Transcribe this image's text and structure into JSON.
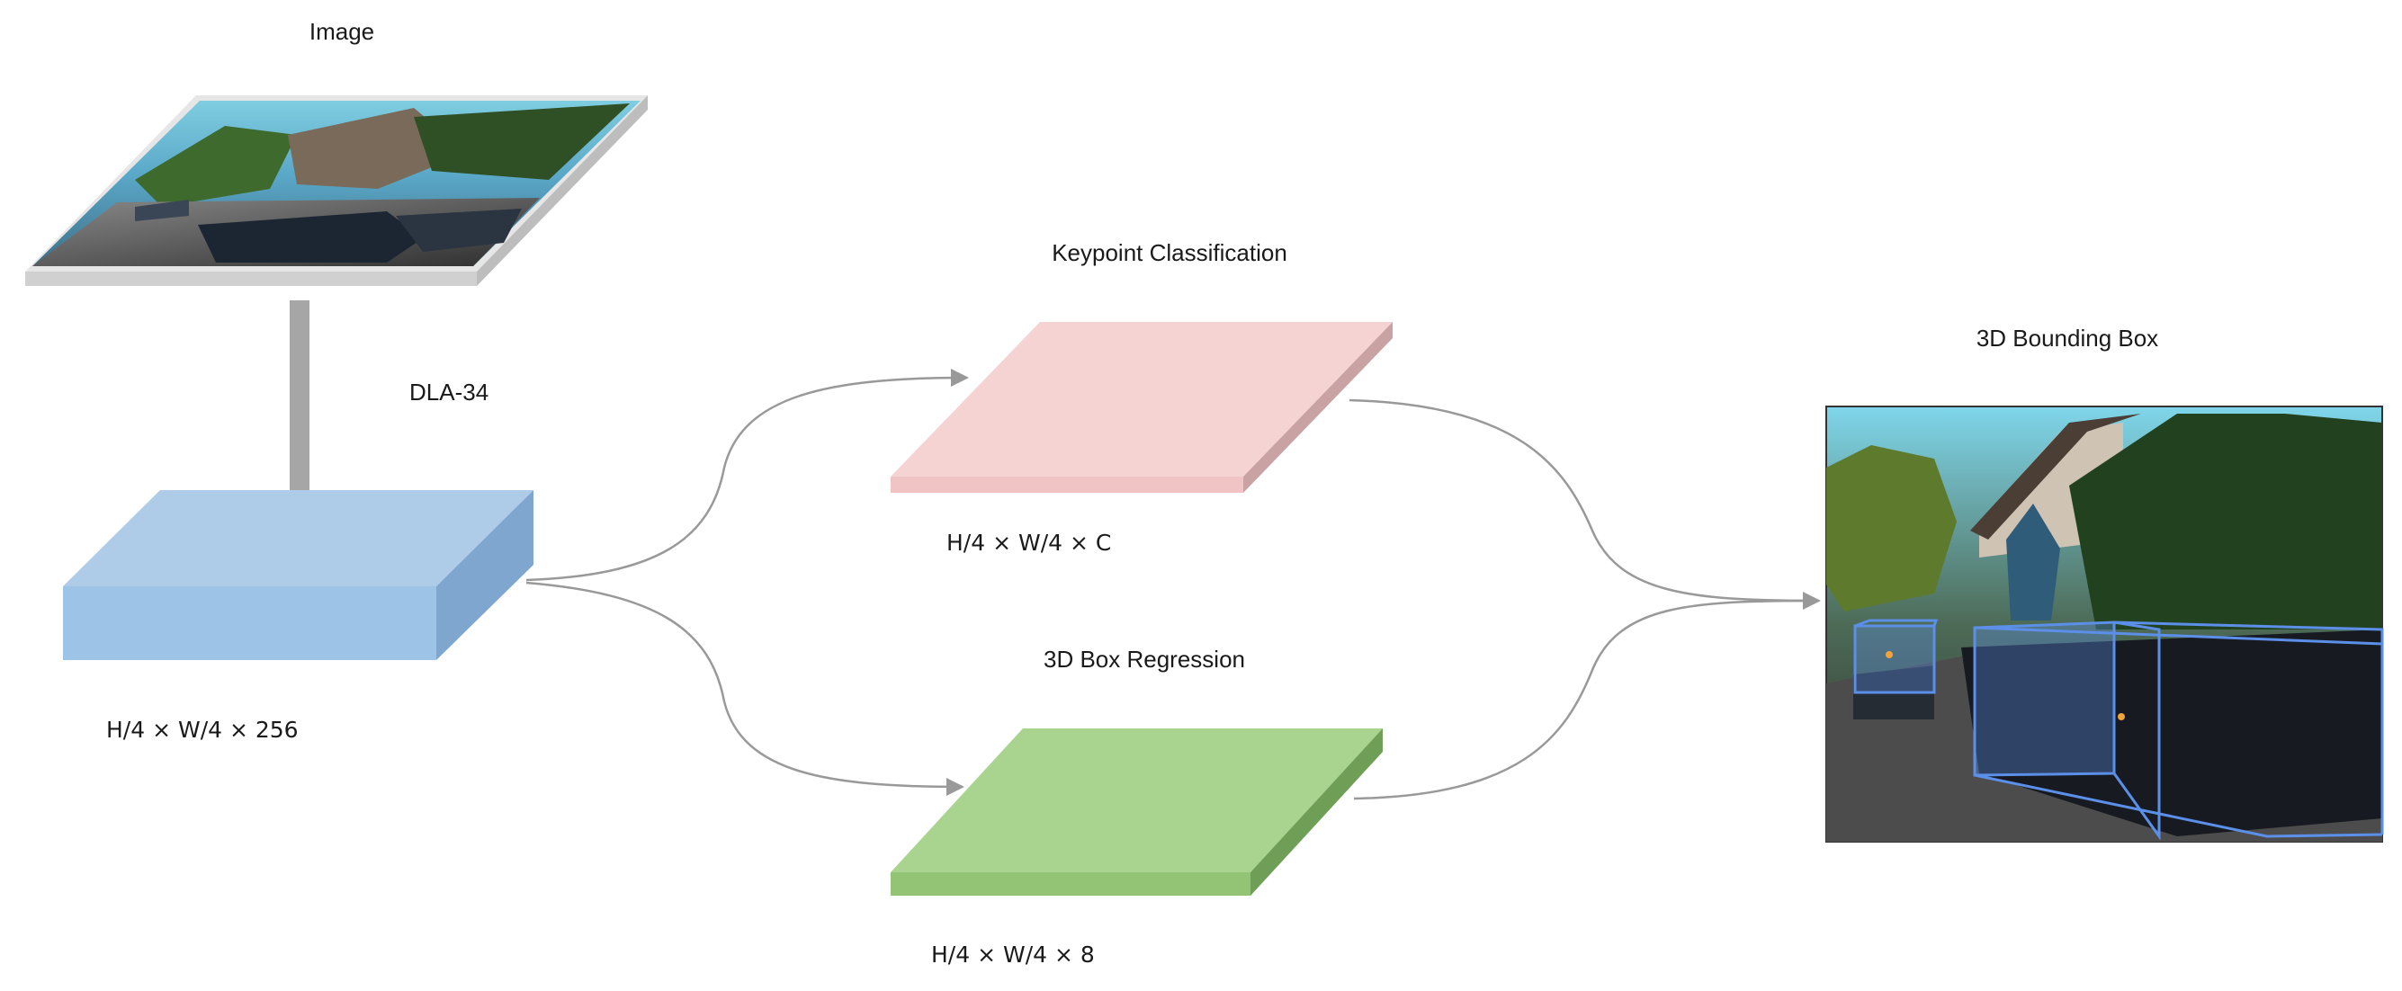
{
  "labels": {
    "image": "Image",
    "backbone": "DLA-34",
    "keypoint": "Keypoint Classification",
    "regression": "3D Box Regression",
    "output": "3D Bounding Box"
  },
  "dimensions": {
    "backbone_out": "H/4 × W/4 × 256",
    "keypoint_out": "H/4 × W/4 × C",
    "regression_out": "H/4 × W/4 × 8"
  },
  "colors": {
    "backbone_block": "#9dc3e6",
    "keypoint_block": "#f4cccc",
    "regression_block": "#a9d18e",
    "arrow": "#999999",
    "bbox_wire": "#5b8fe8"
  }
}
